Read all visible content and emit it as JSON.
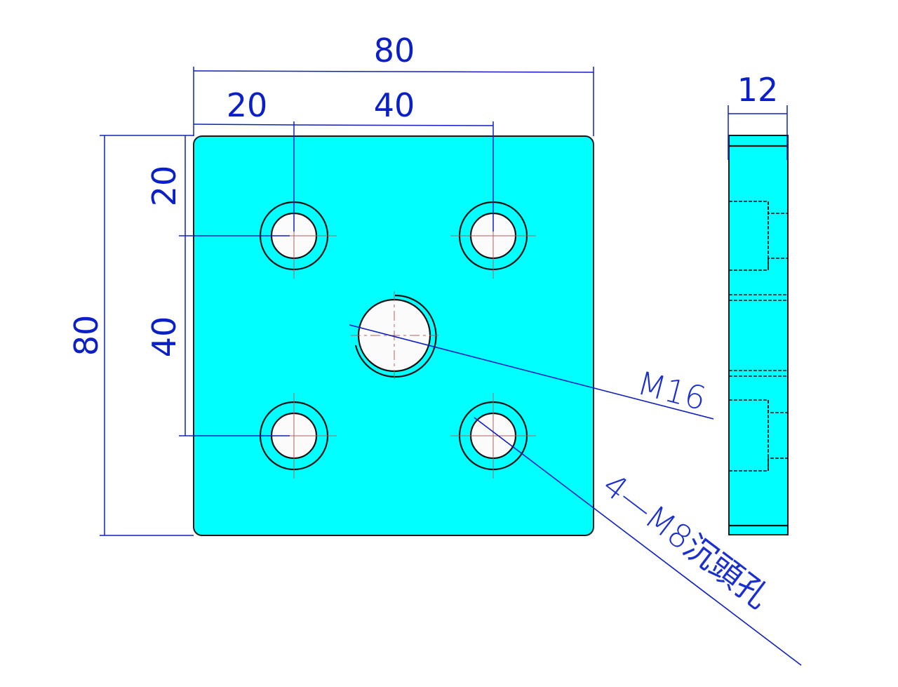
{
  "drawing": {
    "title": "Square plate with counterbored holes",
    "colors": {
      "plate_fill": "#00ffff",
      "dimension": "#0a1fc8",
      "outline": "#111111",
      "centerline": "#b06060",
      "hole_fill": "#fbfbfb"
    },
    "dimensions": {
      "overall_width": "80",
      "hole_offset_x": "20",
      "hole_spacing_x": "40",
      "overall_height": "80",
      "hole_offset_y": "20",
      "hole_spacing_y": "40",
      "thickness": "12"
    },
    "callouts": {
      "center_thread": "M16",
      "counterbore_holes": "4—M8沉頭孔"
    },
    "views": {
      "front": "front-view",
      "side": "side-view"
    }
  }
}
